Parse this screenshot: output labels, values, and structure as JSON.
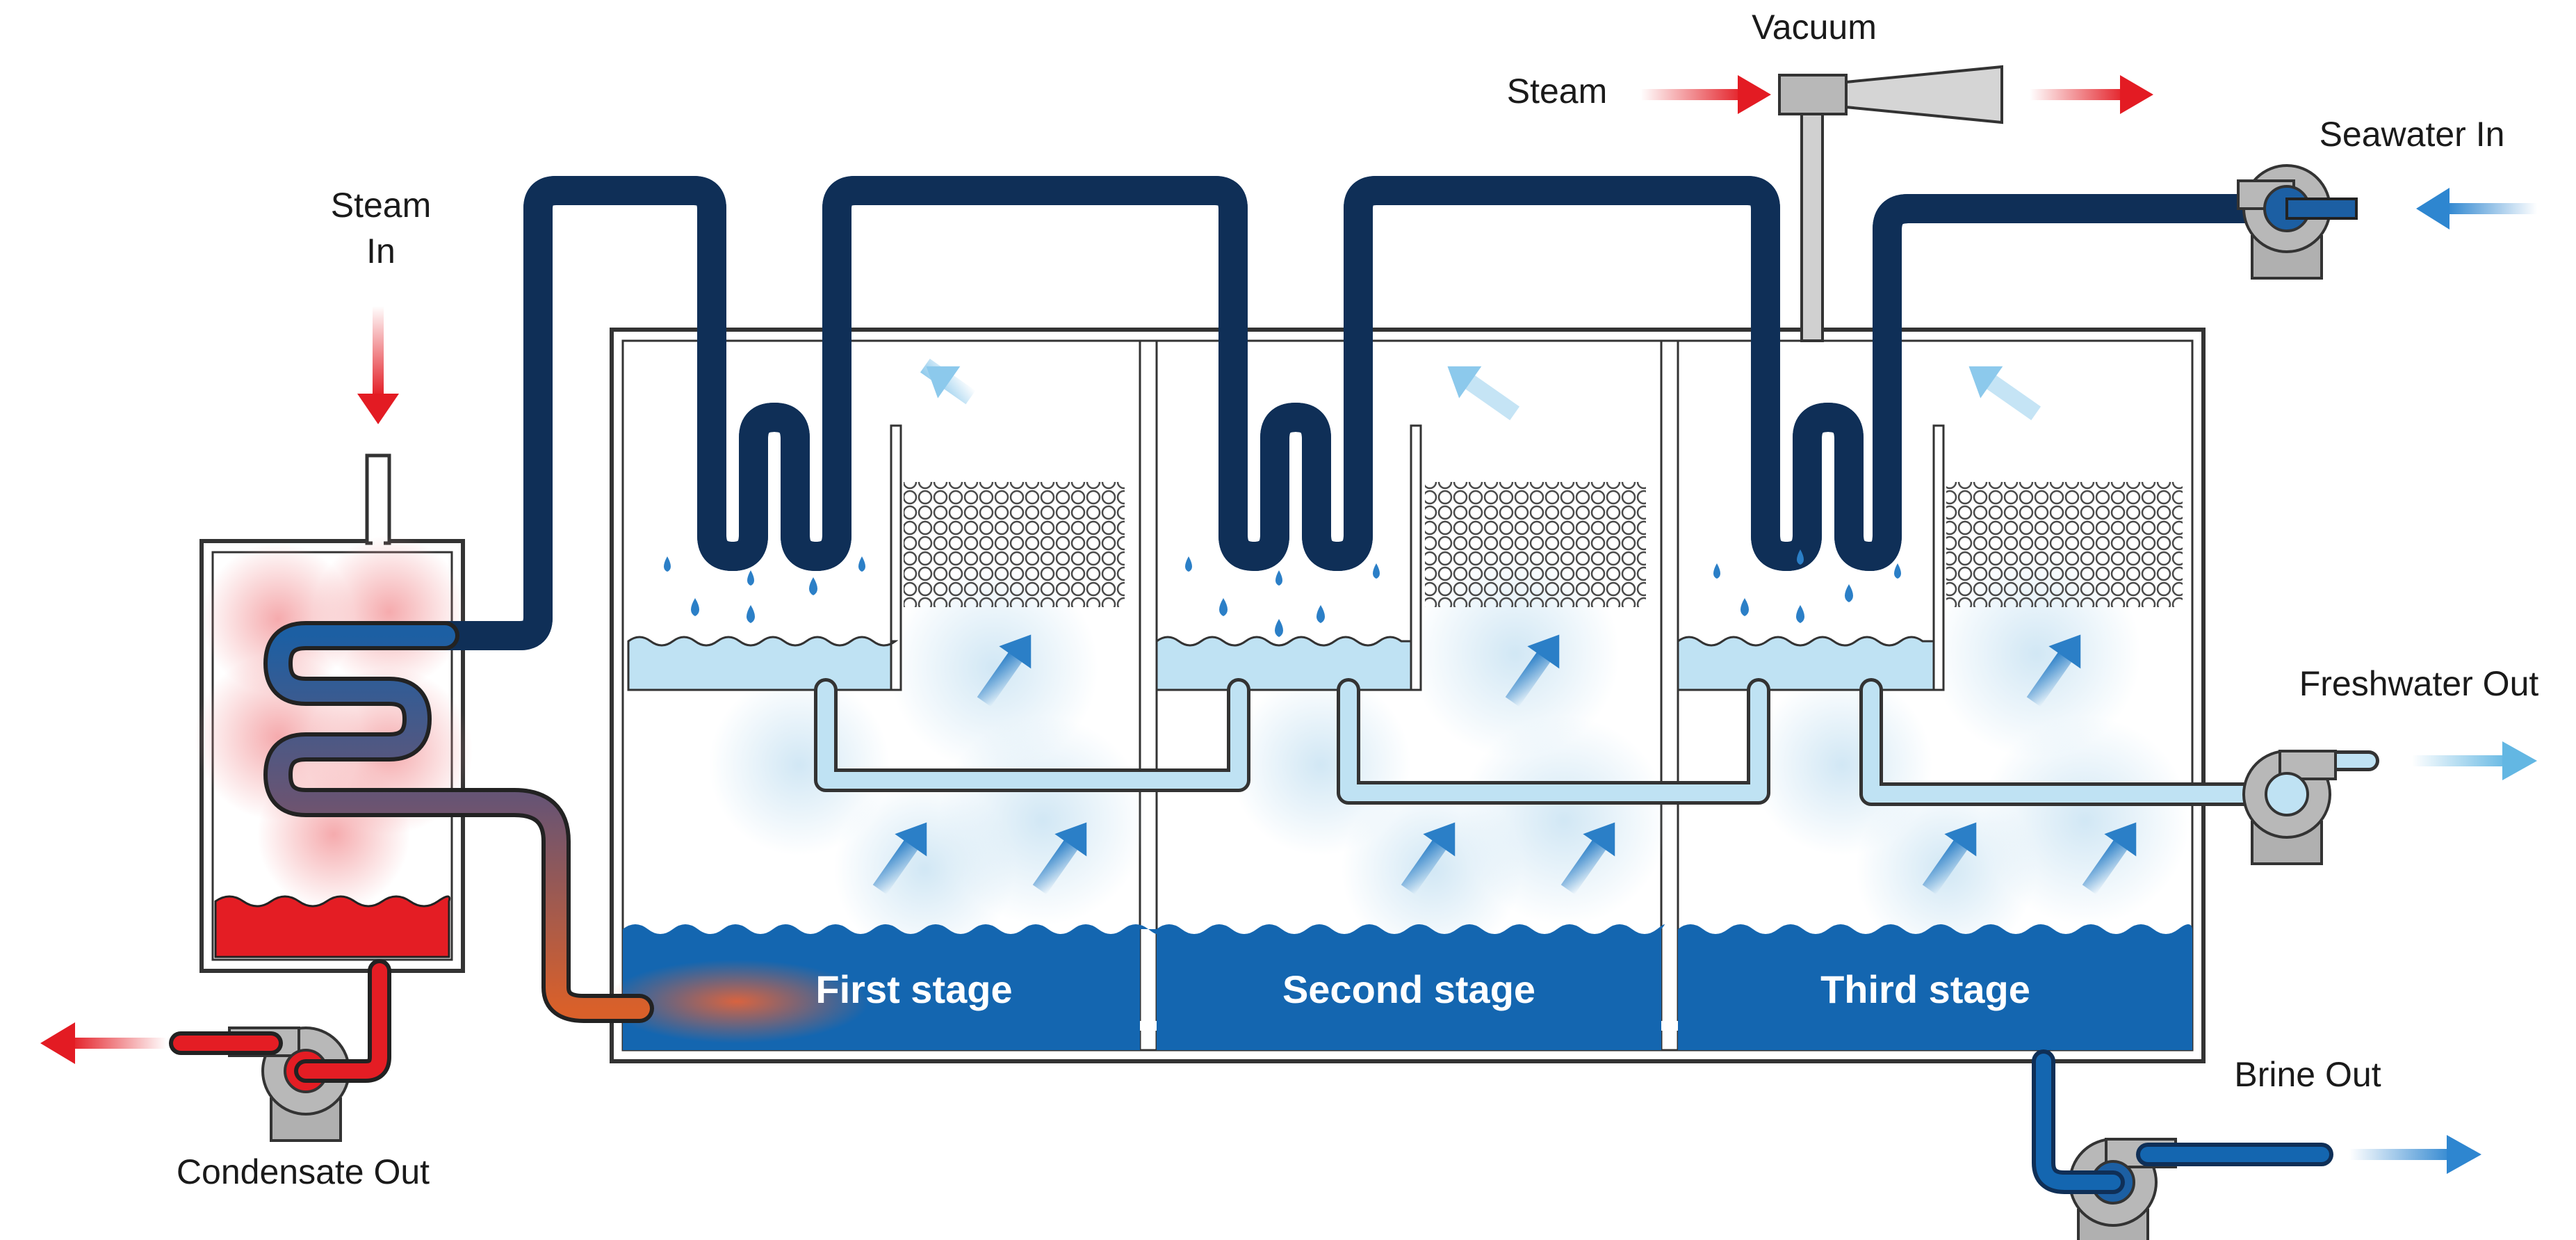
{
  "labels": {
    "steam_in_line1": "Steam",
    "steam_in_line2": "In",
    "vacuum": "Vacuum",
    "steam": "Steam",
    "seawater_in": "Seawater In",
    "freshwater_out": "Freshwater Out",
    "brine_out": "Brine Out",
    "condensate_out": "Condensate Out"
  },
  "stages": [
    {
      "label": "First stage"
    },
    {
      "label": "Second stage"
    },
    {
      "label": "Third stage"
    }
  ],
  "colors": {
    "seawater_pipe": "#1c5fa3",
    "seawater_pipe_dark": "#0f2f57",
    "freshwater": "#bfe2f3",
    "brine": "#1466b0",
    "steam_red": "#e31b23",
    "condensate": "#e41d24",
    "hot_pipe": "#d9602a",
    "vessel_outline": "#333333",
    "pump_gray": "#b0b0b0",
    "vapor": "#d4eaf6"
  },
  "icons": {
    "pumps": [
      "pump-icon",
      "pump-icon",
      "pump-icon",
      "pump-icon"
    ],
    "ejector": "steam-ejector-icon",
    "flow_arrows": "arrow-icon",
    "tube_bundle": "heat-exchanger-coil-icon",
    "mesh": "demister-mesh-icon"
  }
}
